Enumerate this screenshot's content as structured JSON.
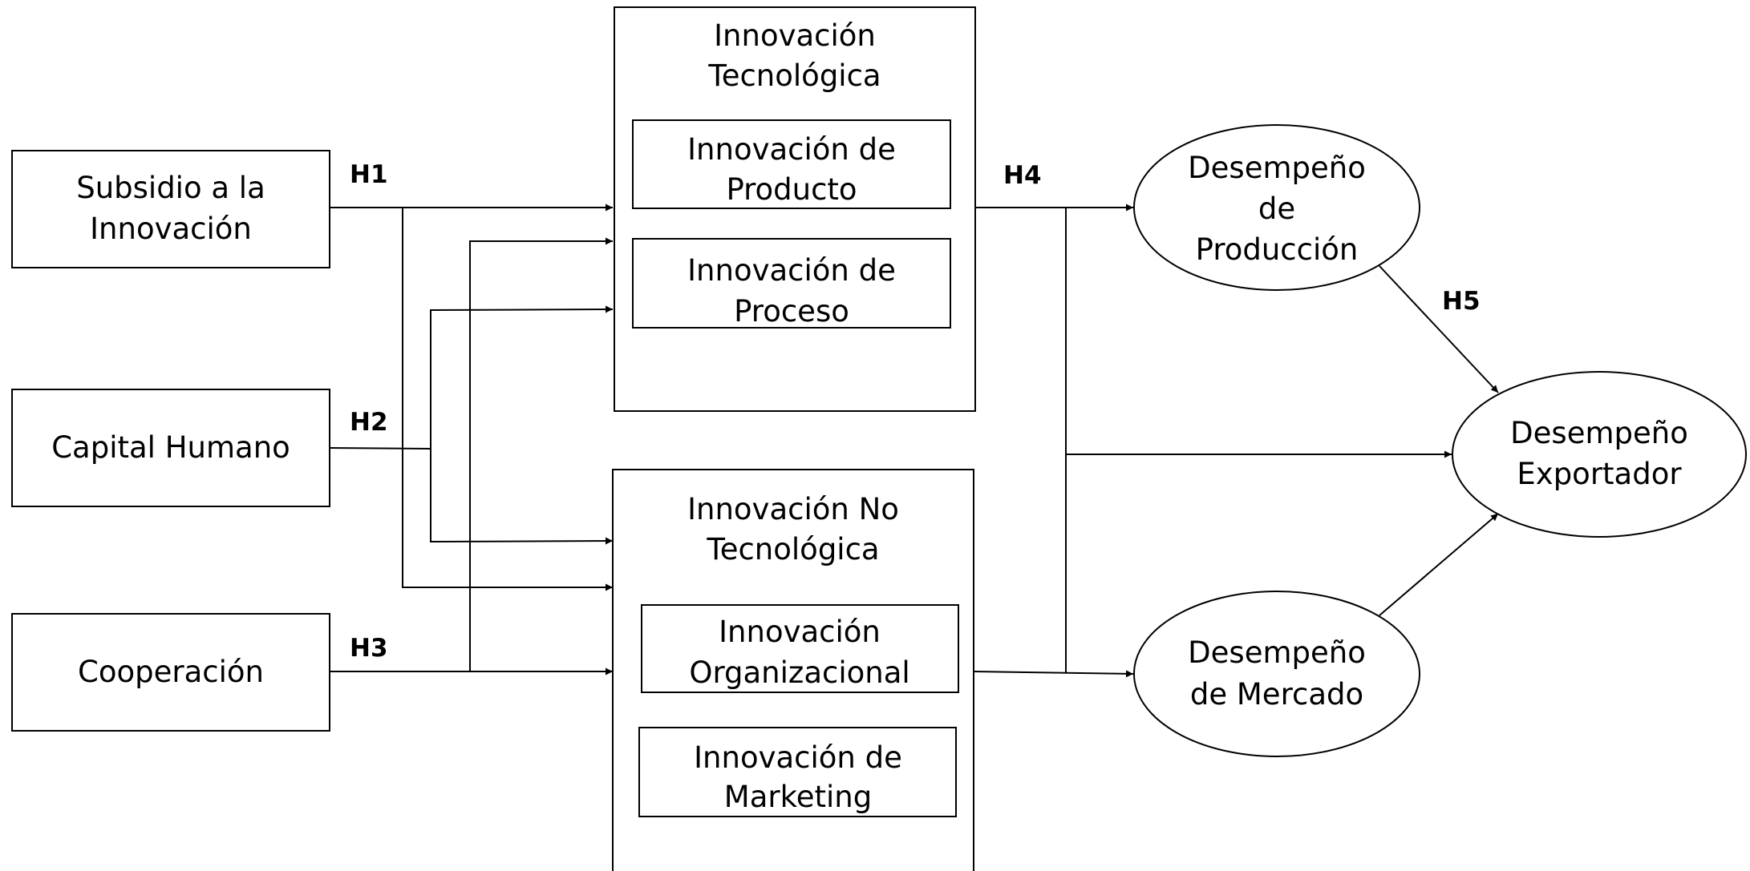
{
  "nodes": {
    "subsidio": {
      "line1": "Subsidio a la",
      "line2": "Innovación"
    },
    "capital": {
      "line1": "Capital Humano"
    },
    "cooperacion": {
      "line1": "Cooperación"
    },
    "tecnologica": {
      "line1": "Innovación",
      "line2": "Tecnológica",
      "children": [
        {
          "line1": "Innovación de",
          "line2": "Producto"
        },
        {
          "line1": "Innovación de",
          "line2": "Proceso"
        }
      ]
    },
    "no_tecnologica": {
      "line1": "Innovación No",
      "line2": "Tecnológica",
      "children": [
        {
          "line1": "Innovación",
          "line2": "Organizacional"
        },
        {
          "line1": "Innovación de",
          "line2": "Marketing"
        }
      ]
    },
    "produccion": {
      "line1": "Desempeño",
      "line2": "de",
      "line3": "Producción"
    },
    "mercado": {
      "line1": "Desempeño",
      "line2": "de Mercado"
    },
    "exportador": {
      "line1": "Desempeño",
      "line2": "Exportador"
    }
  },
  "hypotheses": [
    "H1",
    "H2",
    "H3",
    "H4",
    "H5"
  ],
  "colors": {
    "stroke": "#000000",
    "background": "#ffffff"
  }
}
